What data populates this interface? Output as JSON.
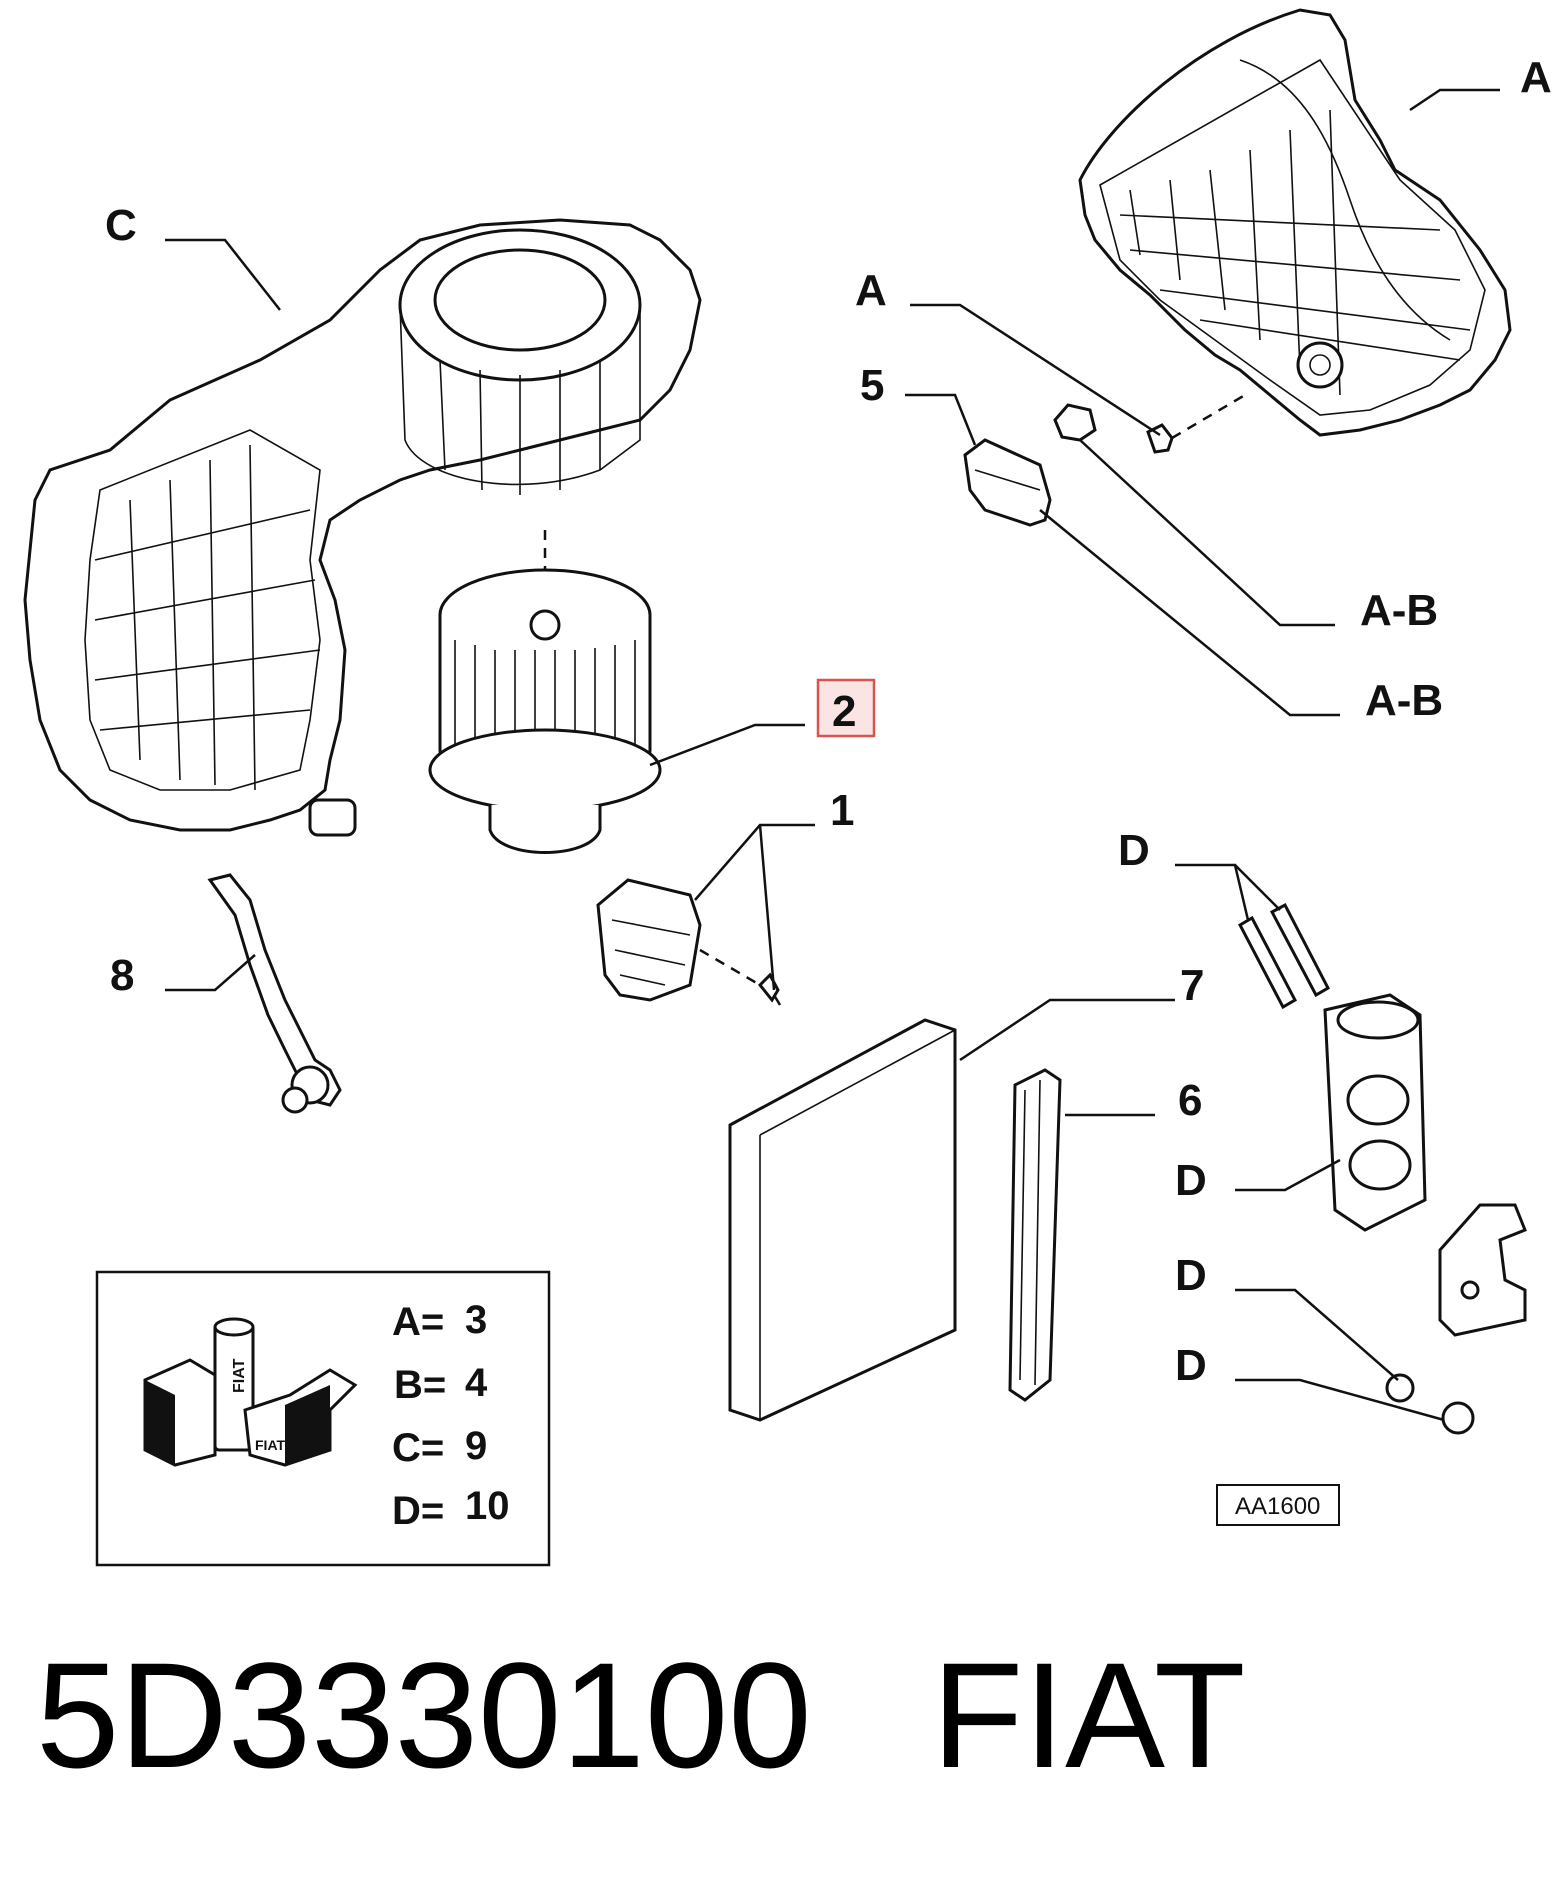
{
  "labels": {
    "A_top": "A",
    "C": "C",
    "A_small": "A",
    "five": "5",
    "AB_1": "A-B",
    "AB_2": "A-B",
    "two": "2",
    "one": "1",
    "eight": "8",
    "D_bolts": "D",
    "seven": "7",
    "six": "6",
    "D_valve": "D",
    "D_ring1": "D",
    "D_ring2": "D"
  },
  "legend": {
    "rows": [
      {
        "key": "A=",
        "value": "3"
      },
      {
        "key": "B=",
        "value": "4"
      },
      {
        "key": "C=",
        "value": "9"
      },
      {
        "key": "D=",
        "value": "10"
      }
    ],
    "logo_text": "FIAT"
  },
  "reference_code": "AA1600",
  "footer": {
    "part_number": "5D3330100",
    "brand": "FIAT"
  },
  "highlight_color": "#d9534f"
}
